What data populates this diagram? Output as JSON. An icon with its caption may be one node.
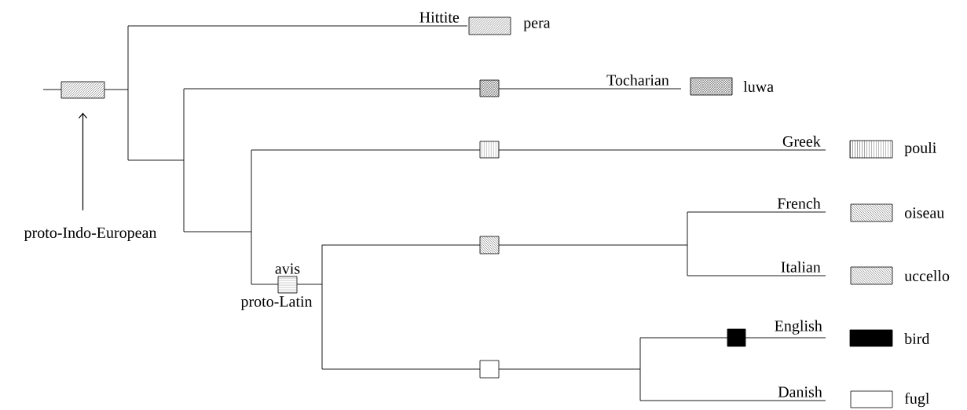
{
  "diagram": {
    "nodes": [
      {
        "text": [],
        "shape": "box"
      },
      {
        "text": [],
        "shape": "box",
        "beside": [
          "pera"
        ]
      },
      {
        "text": [],
        "shape": "box"
      },
      {
        "text": [],
        "shape": "box",
        "beside": [
          "luwa"
        ]
      },
      {
        "text": [],
        "shape": "box"
      },
      {
        "text": [],
        "shape": "box",
        "beside": [
          "pouli"
        ]
      },
      {
        "text": [
          "proto-Indo-European"
        ]
      },
      {
        "text": [],
        "shape": "box"
      },
      {
        "text": [],
        "shape": "box",
        "beside": [
          "oiseau"
        ]
      },
      {
        "text": [],
        "shape": "box",
        "beside": [
          "avis",
          "proto-Latin"
        ]
      },
      {
        "text": [],
        "shape": "box",
        "beside": [
          "uccello"
        ]
      },
      {
        "text": [],
        "shape": "box"
      },
      {
        "text": [],
        "shape": "box"
      },
      {
        "text": [],
        "shape": "box",
        "beside": [
          "bird"
        ]
      },
      {
        "text": [],
        "shape": "box",
        "beside": [
          "fugl"
        ]
      }
    ],
    "edges": [
      {
        "from": 6,
        "to": 0,
        "arrow": "to"
      }
    ],
    "labels": [
      "Hittite",
      "Tocharian",
      "Greek",
      "French",
      "Italian",
      "English",
      "Danish"
    ]
  }
}
